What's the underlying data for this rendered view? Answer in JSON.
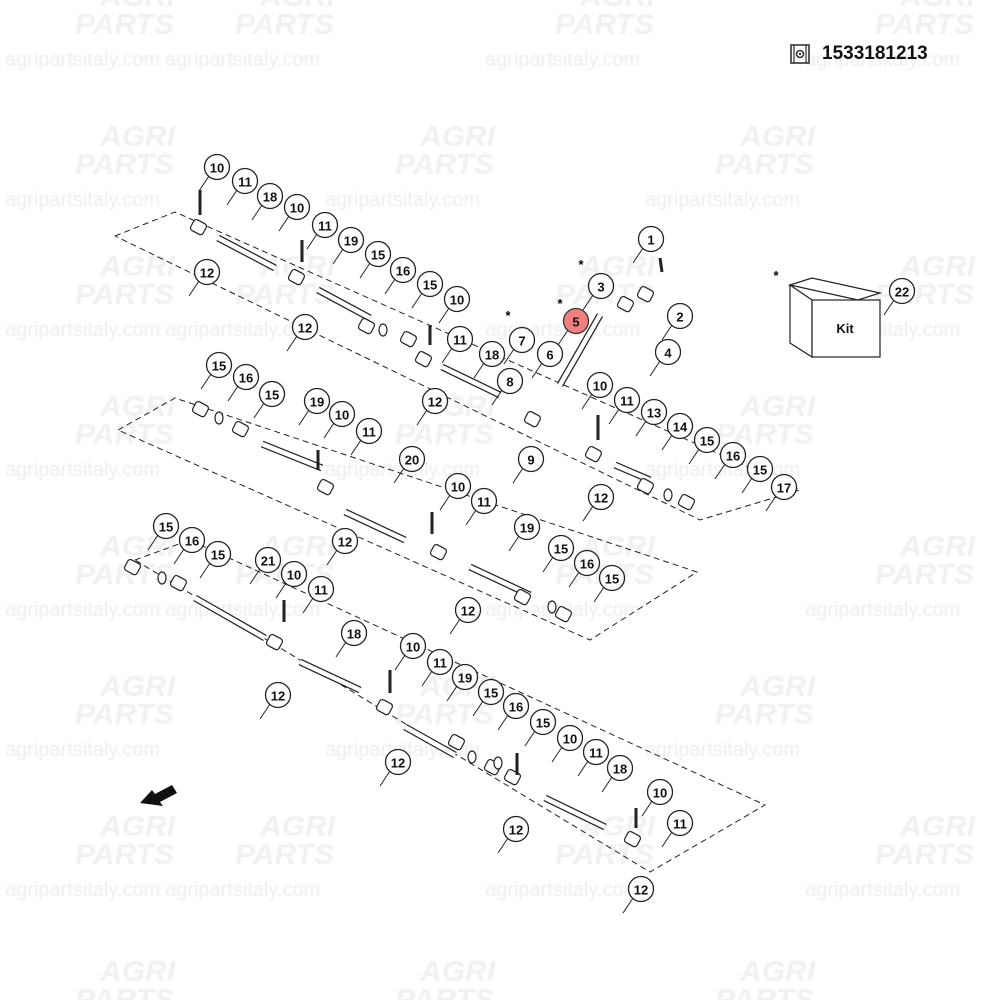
{
  "header": {
    "part_number": "1533181213",
    "icon": "gear-document-icon"
  },
  "watermark": {
    "logo_line1": "AGRI",
    "logo_line2": "PARTS",
    "url": "agripartsitaly.com"
  },
  "kit_box": {
    "label": "Kit"
  },
  "highlight_color": "#f08080",
  "callouts": [
    "10",
    "11",
    "18",
    "10",
    "11",
    "19",
    "15",
    "16",
    "15",
    "10",
    "11",
    "18",
    "12",
    "12",
    "12",
    "7",
    "6",
    "8",
    "9",
    "1",
    "3",
    "5",
    "2",
    "4",
    "22",
    "10",
    "11",
    "13",
    "14",
    "15",
    "16",
    "15",
    "17",
    "12",
    "15",
    "16",
    "15",
    "19",
    "10",
    "11",
    "20",
    "12",
    "10",
    "11",
    "19",
    "15",
    "16",
    "15",
    "12",
    "15",
    "16",
    "15",
    "21",
    "10",
    "11",
    "18",
    "12",
    "10",
    "11",
    "19",
    "15",
    "16",
    "15",
    "10",
    "11",
    "18",
    "12",
    "12",
    "10",
    "11",
    "12"
  ],
  "highlighted_callout": "5",
  "star_marker": "*",
  "direction_arrow": "arrow-icon"
}
